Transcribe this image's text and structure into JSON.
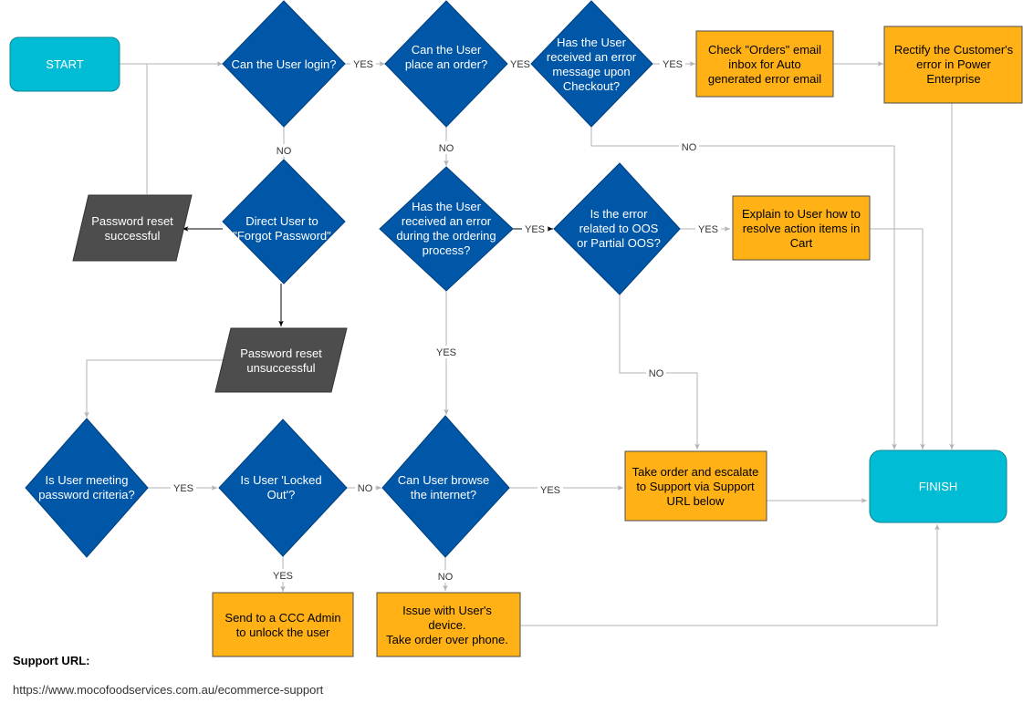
{
  "colors": {
    "terminal": "#00BCD4",
    "terminal_border": "#0A8796",
    "decision": "#0057A8",
    "decision_border": "#003F7D",
    "process": "#FFB115",
    "process_border": "#4D4D4D",
    "io": "#4D4D4D",
    "edge": "#B3B3B3",
    "edge_dark": "#000000"
  },
  "nodes": {
    "start": [
      "START"
    ],
    "can_login": [
      "Can the User login?"
    ],
    "can_order": [
      "Can the User",
      "place an order?"
    ],
    "checkout_error": [
      "Has the User",
      "received an error",
      "message upon",
      "Checkout?"
    ],
    "check_orders_email": [
      "Check \"Orders\" email",
      "inbox for Auto",
      "generated error email"
    ],
    "rectify_error": [
      "Rectify the Customer's",
      "error in Power",
      "Enterprise"
    ],
    "direct_forgot": [
      "Direct User to",
      "\"Forgot Password\""
    ],
    "reset_successful": [
      "Password reset",
      "successful"
    ],
    "ordering_error": [
      "Has the User",
      "received an error",
      "during the ordering",
      "process?"
    ],
    "oos_error": [
      "Is the error",
      "related to OOS",
      "or Partial OOS?"
    ],
    "explain_cart": [
      "Explain to User how to",
      "resolve action items in",
      "Cart"
    ],
    "reset_unsuccessful": [
      "Password reset",
      "unsuccessful"
    ],
    "password_criteria": [
      "Is User meeting",
      "password criteria?"
    ],
    "locked_out": [
      "Is User 'Locked",
      "Out'?"
    ],
    "browse_internet": [
      "Can User browse",
      "the internet?"
    ],
    "take_order_escalate": [
      "Take order and escalate",
      "to Support via Support",
      "URL below"
    ],
    "finish": [
      "FINISH"
    ],
    "ccc_admin": [
      "Send to a CCC Admin",
      "to unlock the user"
    ],
    "device_issue": [
      "Issue with User's",
      "device.",
      "Take order over phone."
    ]
  },
  "edge_labels": {
    "login_yes": "YES",
    "login_no": "NO",
    "order_yes": "YES",
    "order_no": "NO",
    "checkout_yes": "YES",
    "checkout_no": "NO",
    "ordering_error_yes_right": "YES",
    "ordering_error_yes_down": "YES",
    "oos_yes": "YES",
    "oos_no": "NO",
    "criteria_yes": "YES",
    "locked_no": "NO",
    "locked_yes": "YES",
    "browse_yes": "YES",
    "browse_no": "NO"
  },
  "footer": {
    "support_title": "Support URL:",
    "support_url": "https://www.mocofoodservices.com.au/ecommerce-support"
  }
}
